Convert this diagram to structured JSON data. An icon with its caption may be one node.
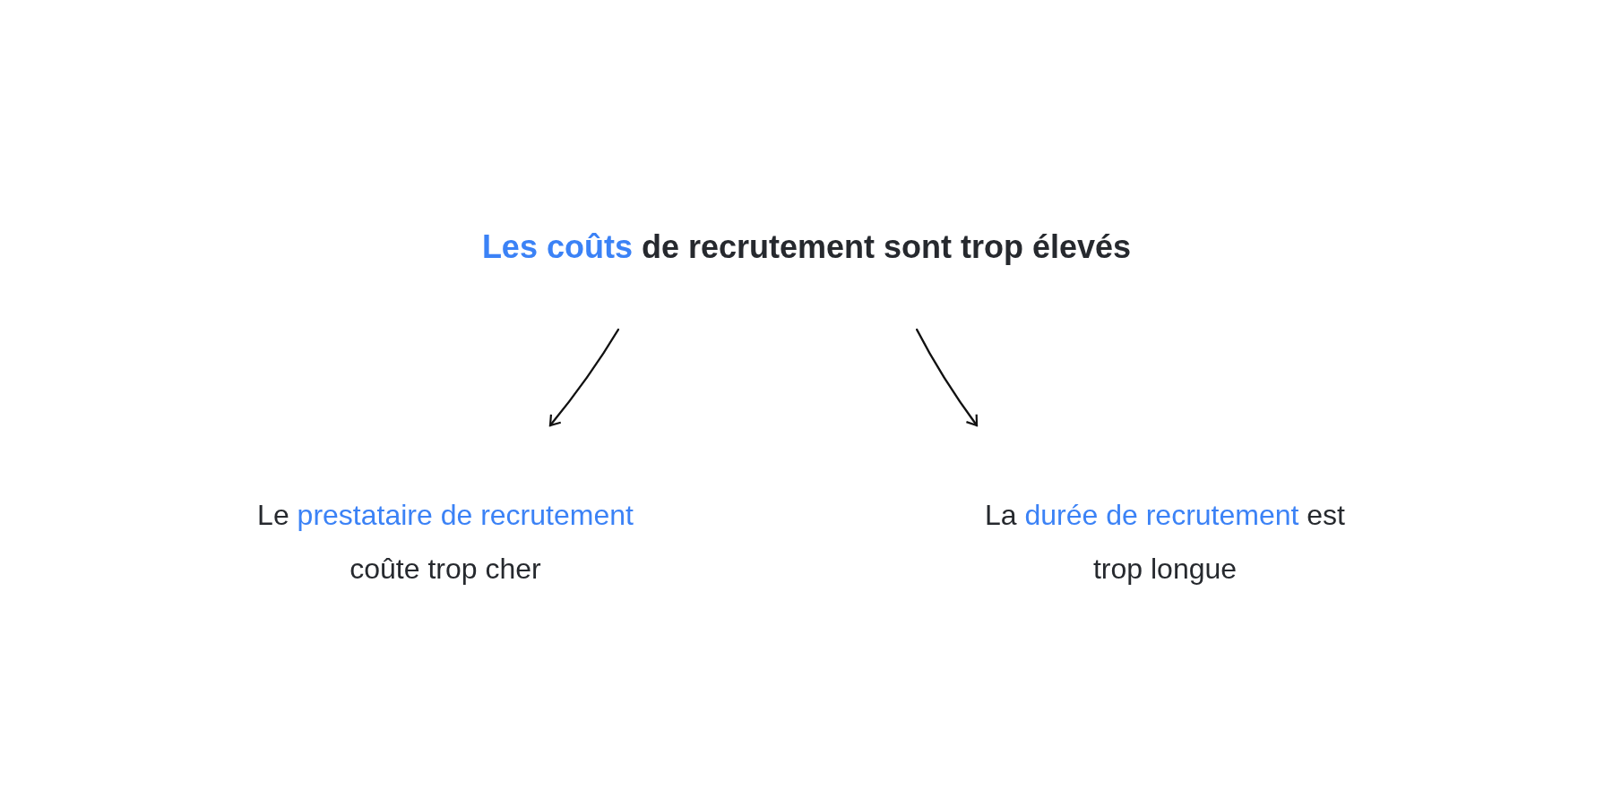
{
  "diagram": {
    "nodes": [
      {
        "text": [
          "Les coûts",
          "de recrutement sont trop élevés"
        ]
      },
      {
        "text": [
          "Le",
          "prestataire de recrutement",
          "coûte trop cher"
        ]
      },
      {
        "text": [
          "La",
          "durée de recrutement",
          "est trop longue"
        ]
      }
    ],
    "edges": [
      {
        "from": 0,
        "to": 1,
        "arrow": "to"
      },
      {
        "from": 0,
        "to": 2,
        "arrow": "to"
      }
    ]
  }
}
